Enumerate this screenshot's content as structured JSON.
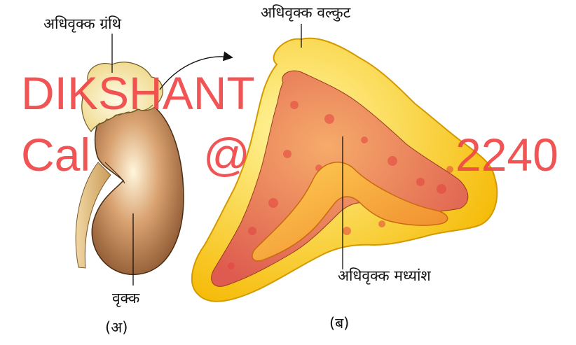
{
  "labels": {
    "adrenal_gland": "अधिवृक्क ग्रंथि",
    "adrenal_cortex": "अधिवृक्क वल्कुट",
    "adrenal_medulla": "अधिवृक्क मध्यांश",
    "kidney": "वृक्क",
    "panel_a": "(अ)",
    "panel_b": "(ब)"
  },
  "watermark": {
    "line1": "DIKSHANT",
    "line2_start": "Cal",
    "line2_at": "@",
    "line2_end": "2240",
    "color": "#f04848"
  },
  "colors": {
    "cortex": "#ffd21a",
    "medulla": "#f08a2e",
    "kidney": "#b5784a",
    "gland": "#f6e39a"
  }
}
